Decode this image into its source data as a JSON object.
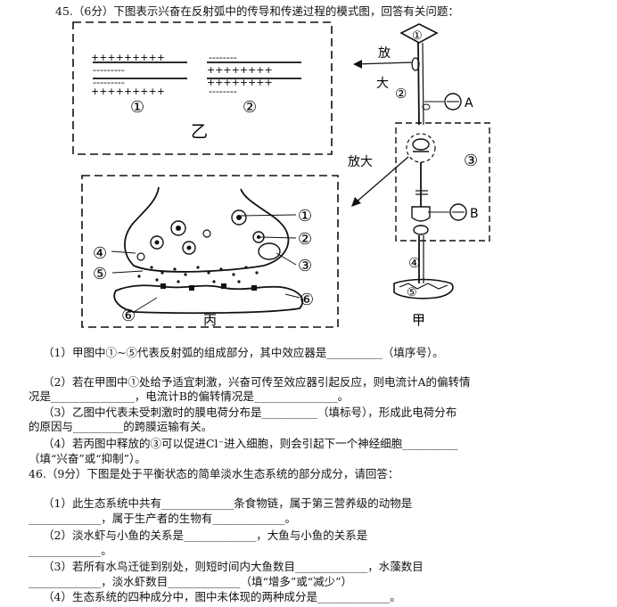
{
  "q45": {
    "title": "45.（6分）下图表示兴奋在反射弧中的传导和传递过程的模式图，回答有关问题：",
    "diagram": {
      "labels": {
        "yi": "乙",
        "bing": "丙",
        "jia": "甲",
        "fang": "放",
        "da": "大",
        "fangda": "放大",
        "n1": "①",
        "n2": "②",
        "n3": "③",
        "n4": "④",
        "n5": "⑤",
        "n6": "⑥",
        "A": "A",
        "B": "B",
        "jia_plus_top": "+++++++++",
        "jia_minus_top": "---------",
        "jia_minus_bot": "---------",
        "jia_plus_bot": "+++++++++",
        "yi2_minus_top": "--------",
        "yi2_plus_top": "++++++++",
        "yi2_plus_bot": "++++++++",
        "yi2_minus_bot": "--------"
      }
    },
    "lines": [
      "（1）甲图中①~⑤代表反射弧的组成部分，其中效应器是__________（填序号）。",
      "（2）若在甲图中①处给予适宜刺激，兴奋可传至效应器引起反应，则电流计A的偏转情",
      "况是_______________，电流计B的偏转情况是_______________。",
      "（3）乙图中代表未受刺激时的膜电荷分布是__________（填标号），形成此电荷分布",
      "的原因与_________的跨膜运输有关。",
      "（4）若丙图中释放的③可以促进Cl⁻进入细胞，则会引起下一个神经细胞__________",
      "（填“兴奋”或“抑制”）。"
    ]
  },
  "q46": {
    "title": "46.（9分）下图是处于平衡状态的简单淡水生态系统的部分成分，请回答：",
    "lines": [
      "（1）此生态系统中共有_____________条食物链，属于第三营养级的动物是",
      "_____________，属于生产者的生物有_____________。",
      "（2）淡水虾与小鱼的关系是_____________，大鱼与小鱼的关系是",
      "_____________。",
      "（3）若所有水鸟迁徙到别处，则短时间内大鱼数目_____________，水藻数目",
      "_____________，淡水虾数目_____________（填“增多”或“减少”）",
      "（4）生态系统的四种成分中，图中未体现的两种成分是_____________。"
    ]
  }
}
